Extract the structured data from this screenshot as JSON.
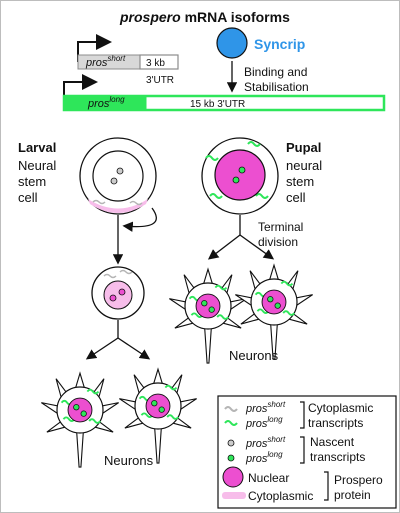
{
  "title_italic": "prospero",
  "title_rest": " mRNA isoforms",
  "gene_short": {
    "name": "pros",
    "sup": "short",
    "utr_size": "3 kb",
    "utr_label": "3'UTR"
  },
  "gene_long": {
    "name": "pros",
    "sup": "long",
    "utr_text": "15 kb 3'UTR"
  },
  "syncrip": {
    "label": "Syncrip",
    "arrow_line1": "Binding and",
    "arrow_line2": "Stabilisation"
  },
  "larval": {
    "line1": "Larval",
    "line2": "Neural",
    "line3": "stem",
    "line4": "cell"
  },
  "pupal": {
    "line1": "Pupal",
    "line2": "neural",
    "line3": "stem",
    "line4": "cell",
    "div_line1": "Terminal",
    "div_line2": "division"
  },
  "neurons_label": "Neurons",
  "legend": {
    "pros": "pros",
    "short": "short",
    "long": "long",
    "cyto_transcripts_1": "Cytoplasmic",
    "cyto_transcripts_2": "transcripts",
    "nascent_1": "Nascent",
    "nascent_2": "transcripts",
    "nuclear": "Nuclear",
    "cytoplasmic": "Cytoplasmic",
    "prospero_1": "Prospero",
    "prospero_2": "protein"
  },
  "colors": {
    "green": "#2ee65a",
    "magenta": "#ec4fd0",
    "pink_light": "#f7bdea",
    "syncrip_blue": "#2f95e8",
    "grey": "#b5b5b5"
  }
}
